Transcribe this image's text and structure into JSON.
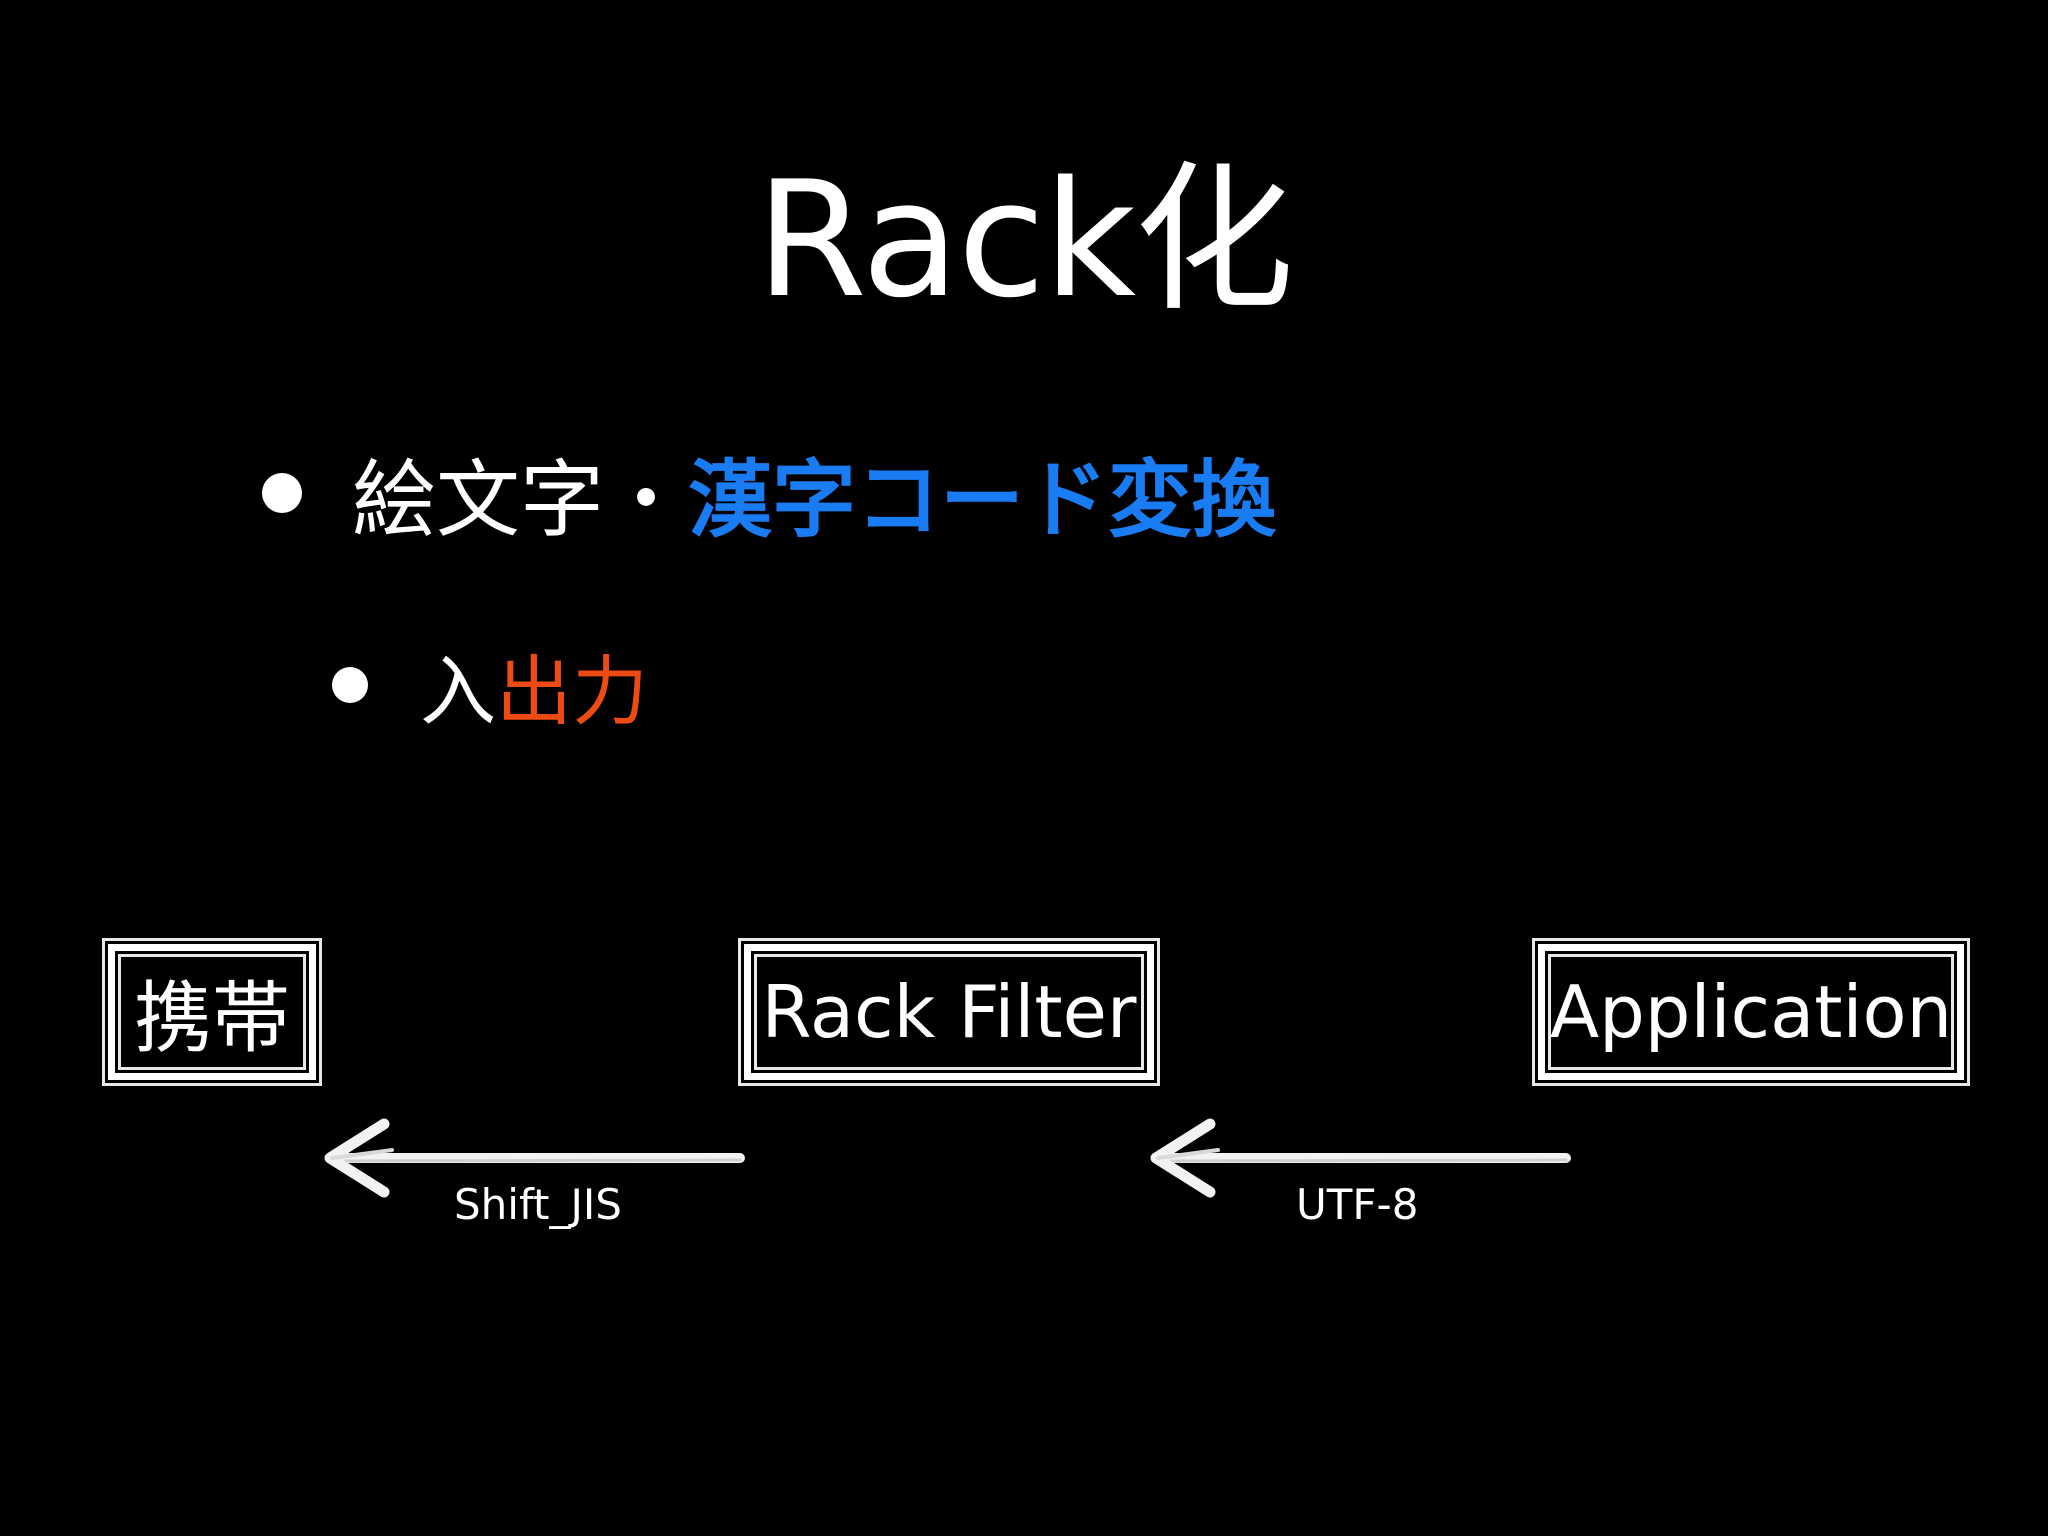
{
  "slide": {
    "title": "Rack化",
    "bullets": [
      {
        "level": 1,
        "segments": [
          {
            "text": "絵文字・",
            "color": "#ffffff"
          },
          {
            "text": "漢字コード変換",
            "color": "#1a7cf2"
          }
        ]
      },
      {
        "level": 2,
        "segments": [
          {
            "text": "入",
            "color": "#ffffff"
          },
          {
            "text": "出力",
            "color": "#ee4b14"
          }
        ]
      }
    ],
    "diagram": {
      "boxes": {
        "keitai": "携帯",
        "filter": "Rack Filter",
        "application": "Application"
      },
      "arrows": {
        "left_label": "Shift_JIS",
        "right_label": "UTF-8"
      }
    }
  },
  "colors": {
    "background": "#000000",
    "text": "#ffffff",
    "accent_blue": "#1a7cf2",
    "accent_orange": "#ee4b14"
  }
}
